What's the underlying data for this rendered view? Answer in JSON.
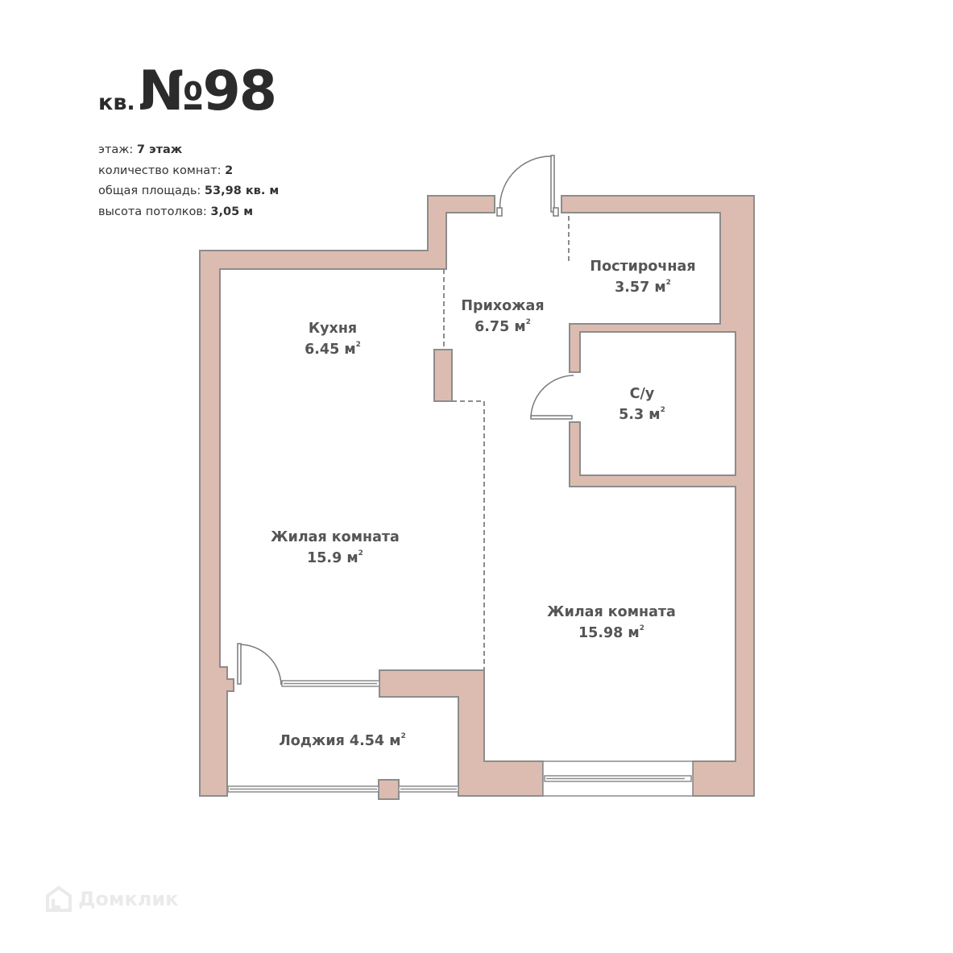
{
  "header": {
    "prefix": "кв.",
    "number": "№98"
  },
  "specs": [
    {
      "label": "этаж: ",
      "value": "7 этаж"
    },
    {
      "label": "количество комнат: ",
      "value": "2"
    },
    {
      "label": "общая площадь: ",
      "value": "53,98 кв. м"
    },
    {
      "label": "высота потолков: ",
      "value": "3,05 м"
    }
  ],
  "rooms": [
    {
      "name": "Кухня",
      "area": "6.45 м",
      "unit_sup": "2"
    },
    {
      "name": "Прихожая",
      "area": "6.75 м",
      "unit_sup": "2"
    },
    {
      "name": "Постирочная",
      "area": "3.57 м",
      "unit_sup": "2"
    },
    {
      "name": "С/у",
      "area": "5.3 м",
      "unit_sup": "2"
    },
    {
      "name": "Жилая комната",
      "area": "15.9 м",
      "unit_sup": "2"
    },
    {
      "name": "Жилая комната",
      "area": "15.98 м",
      "unit_sup": "2"
    },
    {
      "name": "Лоджия 4.54 м",
      "area": "",
      "unit_sup": "2"
    }
  ],
  "colors": {
    "wall_fill": "#dcbcb0",
    "wall_stroke": "#8c8c8c",
    "text": "#555555"
  },
  "watermark": {
    "text": "Домклик",
    "icon": "house-logo-icon"
  }
}
